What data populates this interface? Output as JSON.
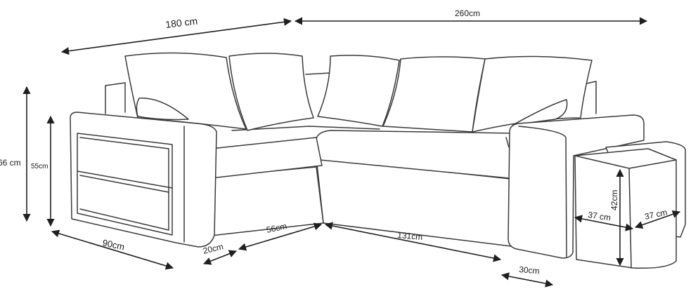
{
  "dimensions": {
    "back_left_width": "180 cm",
    "back_right_width": "260cm",
    "total_height": "66 cm",
    "armrest_height": "55cm",
    "left_depth": "90cm",
    "armrest_width": "20cm",
    "seat_depth_left": "56cm",
    "seat_length_right": "131cm",
    "right_armrest_width": "30cm",
    "pouf_width": "37 cm",
    "pouf_depth": "37 cm",
    "pouf_height": "42cm"
  }
}
